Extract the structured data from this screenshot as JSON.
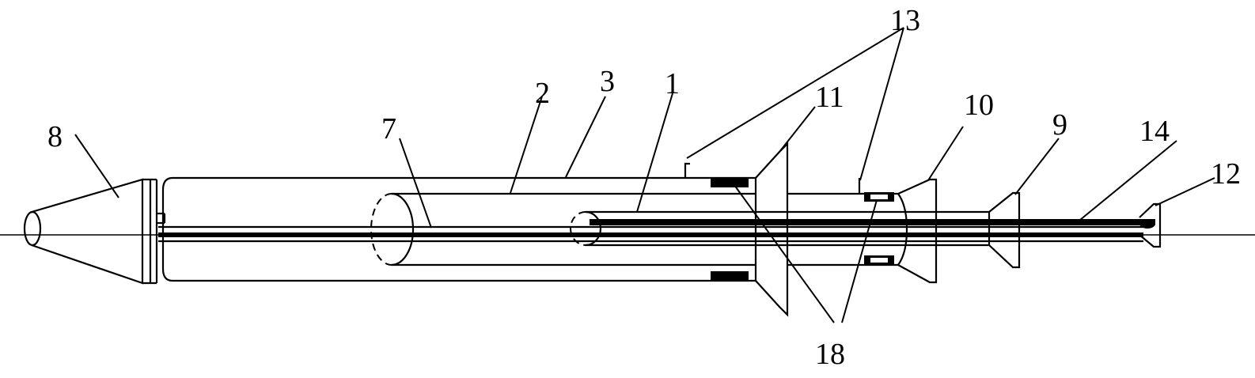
{
  "figure": {
    "labels": {
      "l1": "1",
      "l2": "2",
      "l3": "3",
      "l7": "7",
      "l8": "8",
      "l9": "9",
      "l10": "10",
      "l11": "11",
      "l12": "12",
      "l13": "13",
      "l14": "14",
      "l18": "18"
    }
  }
}
